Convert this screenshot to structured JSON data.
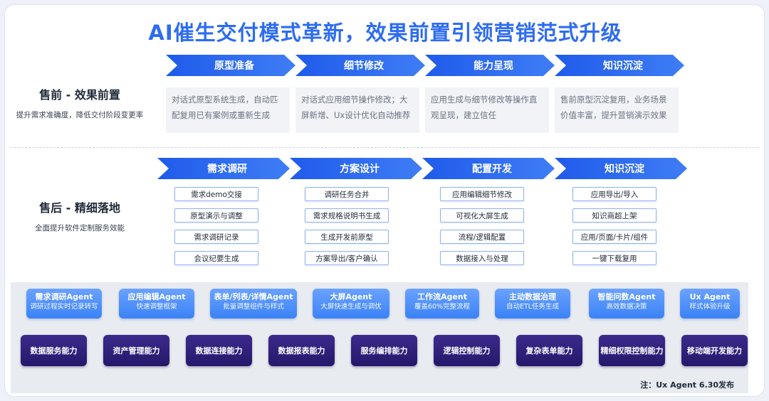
{
  "title": "AI催生交付模式革新，效果前置引领营销范式升级",
  "presale": {
    "heading": "售前 - 效果前置",
    "subtitle": "提升需求准确度，降低交付阶段变更率",
    "stages": [
      {
        "label": "原型准备",
        "desc": "对话式原型系统生成，自动匹配复用已有案例或重新生成"
      },
      {
        "label": "细节修改",
        "desc": "对话式应用细节操作修改；大屏新增、Ux设计优化自动推荐"
      },
      {
        "label": "能力呈现",
        "desc": "应用生成与细节修改等操作直观呈现，建立信任"
      },
      {
        "label": "知识沉淀",
        "desc": "售前原型沉淀复用，业务场景价值丰富，提升营销演示效果"
      }
    ]
  },
  "postsale": {
    "heading": "售后 - 精细落地",
    "subtitle": "全面提升软件定制服务效能",
    "stages": [
      {
        "label": "需求调研",
        "items": [
          "需求demo交接",
          "原型演示与调整",
          "需求调研记录",
          "会议纪要生成"
        ]
      },
      {
        "label": "方案设计",
        "items": [
          "调研任务合并",
          "需求规格说明书生成",
          "生成开发前原型",
          "方案导出/客户确认"
        ]
      },
      {
        "label": "配置开发",
        "items": [
          "应用编辑细节修改",
          "可视化大屏生成",
          "流程/逻辑配置",
          "数据接入与处理"
        ]
      },
      {
        "label": "知识沉淀",
        "items": [
          "应用导出/导入",
          "知识商超上架",
          "应用/页面/卡片/组件",
          "一键下载复用"
        ]
      }
    ]
  },
  "agents": [
    {
      "name": "需求调研Agent",
      "desc": "调研过程实时记录转写"
    },
    {
      "name": "应用编辑Agent",
      "desc": "快速调整框架"
    },
    {
      "name": "表单/列表/详情Agent",
      "desc": "批量调整组件与样式"
    },
    {
      "name": "大屏Agent",
      "desc": "大屏快速生成与调优"
    },
    {
      "name": "工作流Agent",
      "desc": "覆盖60%完整流程"
    },
    {
      "name": "主动数据治理",
      "desc": "自动ETL任务生成"
    },
    {
      "name": "智能问数Agent",
      "desc": "高效数据决策"
    },
    {
      "name": "Ux Agent",
      "desc": "样式体验升级"
    }
  ],
  "capabilities": [
    "数据服务能力",
    "资产管理能力",
    "数据连接能力",
    "数据报表能力",
    "服务编排能力",
    "逻辑控制能力",
    "复杂表单能力",
    "精细权限控制能力",
    "移动端开发能力"
  ],
  "note": "注：Ux Agent 6.30发布",
  "colors": {
    "title": "#2d6cf0",
    "chevron": "#2563eb",
    "agent": "#4f8ef7",
    "capability": "#2e1f7a"
  }
}
